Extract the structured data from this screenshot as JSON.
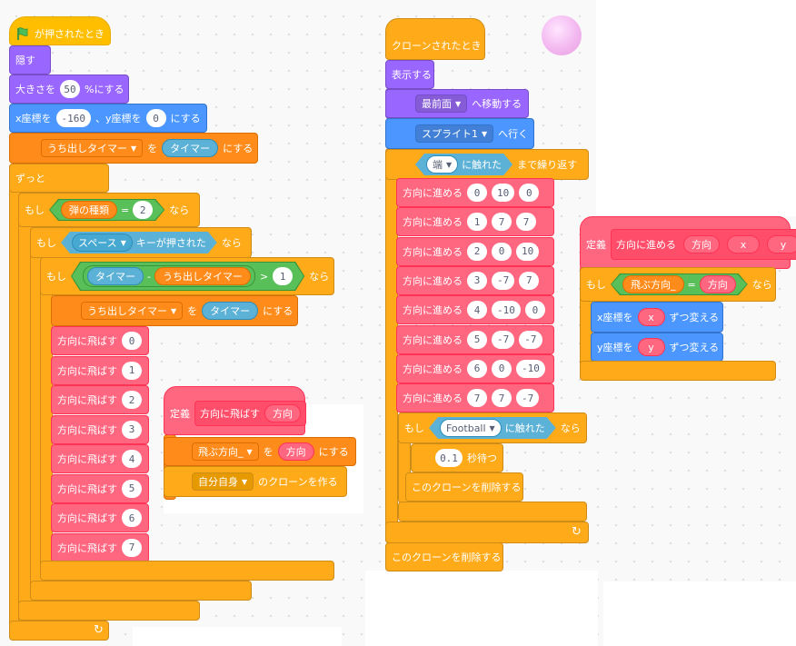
{
  "colors": {
    "events": "#ffbf00",
    "control": "#ffab19",
    "looks": "#9966ff",
    "motion": "#4c97ff",
    "variables": "#ff8c1a",
    "my_blocks": "#ff6680",
    "sensing": "#5cb1d6",
    "operators": "#59c059"
  },
  "icons": {
    "flag": "green-flag-icon",
    "loop": "loop-arrow-icon",
    "dropdown": "caret-down-icon"
  },
  "script1": {
    "when_flag": "が押されたとき",
    "hide": "隠す",
    "size_label": "大きさを",
    "size_value": "50",
    "size_suffix": "%にする",
    "goto_x_label": "x座標を",
    "goto_x": "-160",
    "goto_y_label": "、y座標を",
    "goto_y": "0",
    "goto_suffix": "にする",
    "set1_var": "うち出しタイマー",
    "set1_to": "を",
    "set1_val": "タイマー",
    "set1_suffix": "にする",
    "forever": "ずっと",
    "if1_label": "もし",
    "if1_var": "弾の種類",
    "if1_eq": "=",
    "if1_val": "2",
    "if1_then": "なら",
    "if2_label": "もし",
    "if2_key": "スペース",
    "if2_text": "キーが押された",
    "if2_then": "なら",
    "if3_label": "もし",
    "if3_a": "タイマー",
    "if3_minus": "-",
    "if3_b": "うち出しタイマー",
    "if3_gt": ">",
    "if3_val": "1",
    "if3_then": "なら",
    "set2_var": "うち出しタイマー",
    "set2_to": "を",
    "set2_val": "タイマー",
    "set2_suffix": "にする",
    "fire_label": "方向に飛ばす",
    "fire_values": [
      "0",
      "1",
      "2",
      "3",
      "4",
      "5",
      "6",
      "7"
    ]
  },
  "define1": {
    "define": "定義",
    "name": "方向に飛ばす",
    "arg": "方向",
    "set_var": "飛ぶ方向_",
    "set_to": "を",
    "set_val": "方向",
    "set_suffix": "にする",
    "clone_target": "自分自身",
    "clone_suffix": "のクローンを作る"
  },
  "script2": {
    "when_clone": "クローンされたとき",
    "show": "表示する",
    "front_menu": "最前面",
    "front_suffix": "へ移動する",
    "goto_menu": "スプライト1",
    "goto_suffix": "へ行く",
    "until_touch_menu": "端",
    "until_touch_text": "に触れた",
    "until_suffix": "まで繰り返す",
    "move_label": "方向に進める",
    "moves": [
      [
        "0",
        "10",
        "0"
      ],
      [
        "1",
        "7",
        "7"
      ],
      [
        "2",
        "0",
        "10"
      ],
      [
        "3",
        "-7",
        "7"
      ],
      [
        "4",
        "-10",
        "0"
      ],
      [
        "5",
        "-7",
        "-7"
      ],
      [
        "6",
        "0",
        "-10"
      ],
      [
        "7",
        "7",
        "-7"
      ]
    ],
    "if_label": "もし",
    "if_touch_menu": "Football",
    "if_touch_text": "に触れた",
    "if_then": "なら",
    "wait_value": "0.1",
    "wait_suffix": "秒待つ",
    "delete_inner": "このクローンを削除する",
    "delete_outer": "このクローンを削除する"
  },
  "define2": {
    "define": "定義",
    "name": "方向に進める",
    "arg1": "方向",
    "arg2": "x",
    "arg3": "y",
    "if_label": "もし",
    "cond_var": "飛ぶ方向_",
    "cond_eq": "=",
    "cond_arg": "方向",
    "if_then": "なら",
    "change_x_label": "x座標を",
    "change_x_arg": "x",
    "change_x_suffix": "ずつ変える",
    "change_y_label": "y座標を",
    "change_y_arg": "y",
    "change_y_suffix": "ずつ変える"
  }
}
